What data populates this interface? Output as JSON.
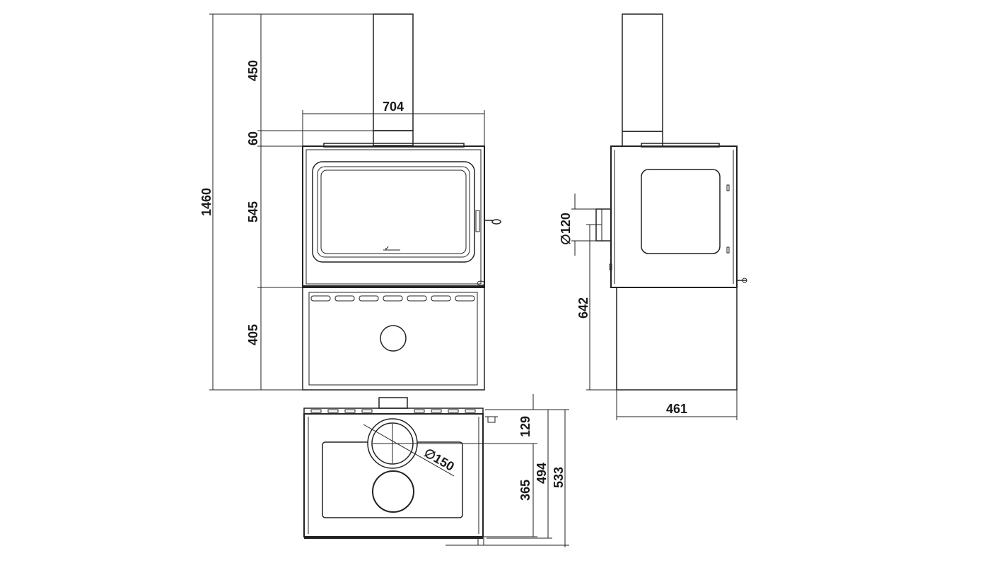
{
  "drawing": {
    "views": [
      "front-view",
      "side-view",
      "top-view"
    ]
  },
  "dimensions": {
    "total_height": "1460",
    "flue_pipe_height": "450",
    "width_front": "704",
    "collar_height": "60",
    "firebox_height": "545",
    "base_height": "405",
    "side_flue_diameter": "∅120",
    "side_flue_height": "642",
    "depth_side": "461",
    "top_flue_offset": "129",
    "top_flue_diameter": "∅150",
    "top_depth_inner": "365",
    "top_depth_mid": "494",
    "top_depth_total": "533"
  },
  "colors": {
    "line": "#222222",
    "background": "#ffffff"
  }
}
